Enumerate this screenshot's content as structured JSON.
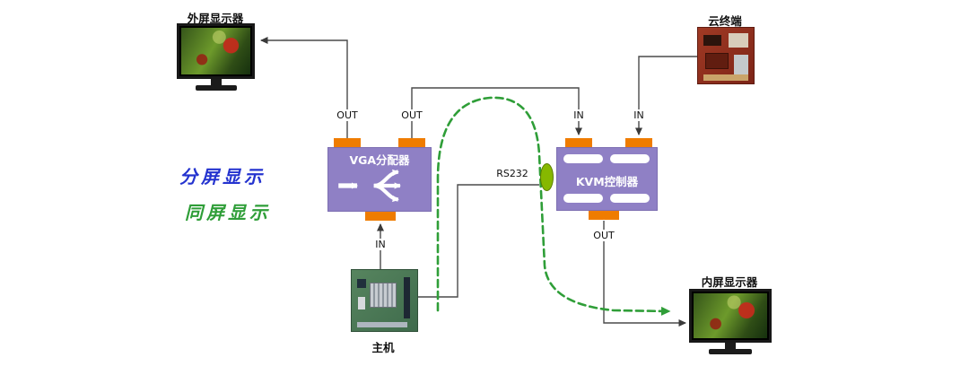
{
  "legend": {
    "split": {
      "text": "分屏显示",
      "color": "#2433cf"
    },
    "same": {
      "text": "同屏显示",
      "color": "#2f9e38"
    }
  },
  "nodes": {
    "external_monitor": {
      "label": "外屏显示器"
    },
    "cloud_terminal": {
      "label": "云终端"
    },
    "vga_splitter": {
      "label": "VGA分配器"
    },
    "kvm_controller": {
      "label": "KVM控制器"
    },
    "host": {
      "label": "主机"
    },
    "internal_monitor": {
      "label": "内屏显示器"
    }
  },
  "ports": {
    "vga_out_left": "OUT",
    "vga_out_right": "OUT",
    "vga_in": "IN",
    "kvm_in_left": "IN",
    "kvm_in_right": "IN",
    "kvm_out": "OUT"
  },
  "labels": {
    "rs232": "RS232"
  },
  "colors": {
    "device_box": "#8f80c5",
    "port_connector": "#ef7c00",
    "rs232_connector": "#86b800",
    "wire": "#4a4a4a",
    "dashed_path": "#2f9e38",
    "legend_blue": "#2433cf",
    "legend_green": "#2f9e38"
  }
}
